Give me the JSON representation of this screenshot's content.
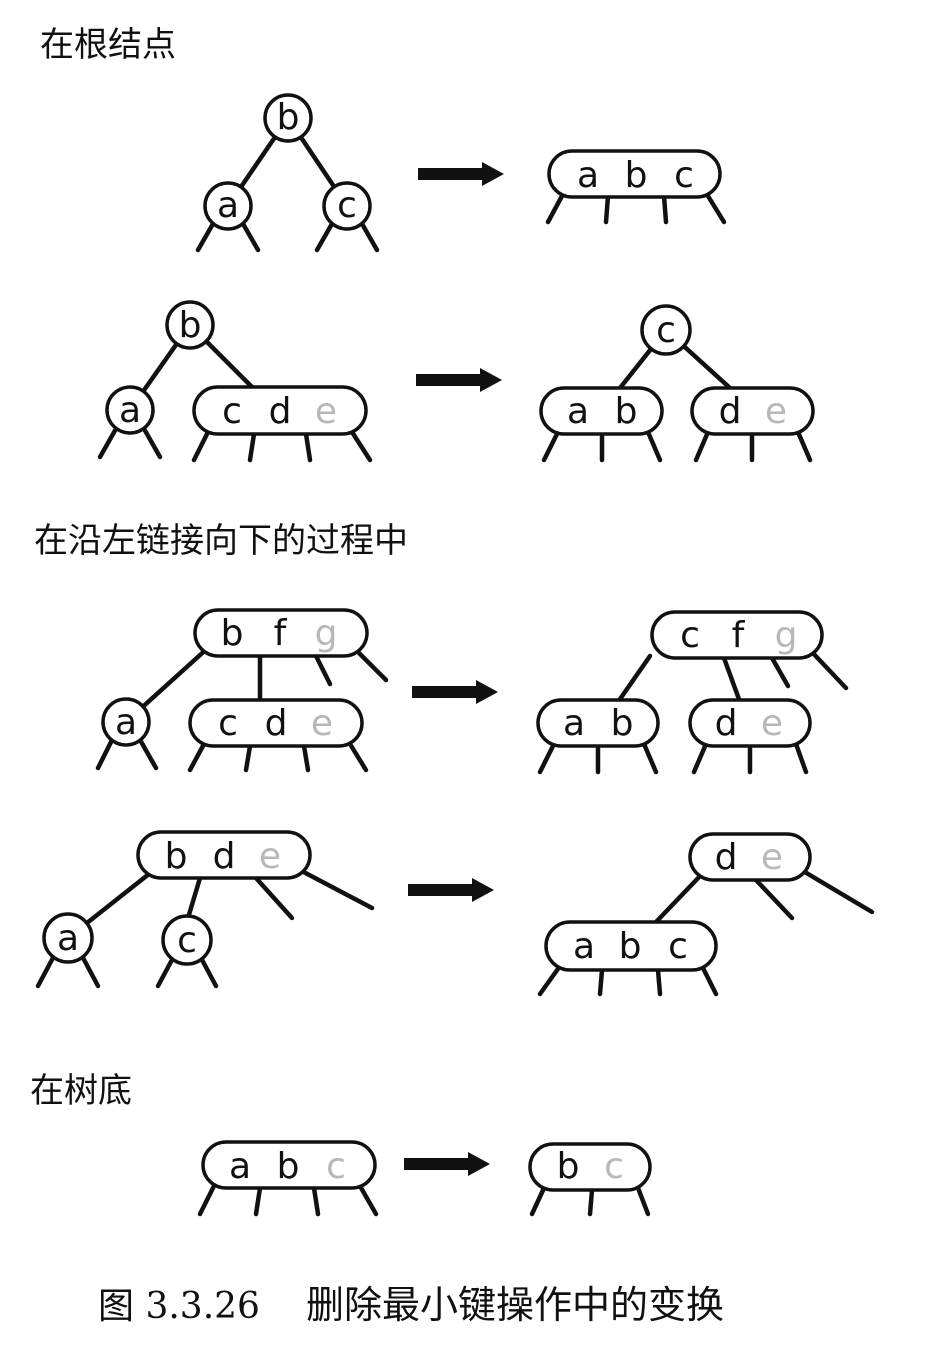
{
  "sections": [
    {
      "label": "在根结点"
    },
    {
      "label": "在沿左链接向下的过程中"
    },
    {
      "label": "在树底"
    }
  ],
  "caption": {
    "figure": "图 3.3.26",
    "text": "删除最小键操作中的变换"
  },
  "rows": [
    {
      "before": [
        {
          "keys": [
            "b"
          ],
          "faint": [
            false
          ]
        },
        {
          "keys": [
            "a"
          ],
          "faint": [
            false
          ]
        },
        {
          "keys": [
            "c"
          ],
          "faint": [
            false
          ]
        }
      ],
      "after": [
        {
          "keys": [
            "a",
            "b",
            "c"
          ],
          "faint": [
            false,
            false,
            false
          ]
        }
      ]
    },
    {
      "before": [
        {
          "keys": [
            "b"
          ],
          "faint": [
            false
          ]
        },
        {
          "keys": [
            "a"
          ],
          "faint": [
            false
          ]
        },
        {
          "keys": [
            "c",
            "d",
            "e"
          ],
          "faint": [
            false,
            false,
            true
          ]
        }
      ],
      "after": [
        {
          "keys": [
            "c"
          ],
          "faint": [
            false
          ]
        },
        {
          "keys": [
            "a",
            "b"
          ],
          "faint": [
            false,
            false
          ]
        },
        {
          "keys": [
            "d",
            "e"
          ],
          "faint": [
            false,
            true
          ]
        }
      ]
    },
    {
      "before": [
        {
          "keys": [
            "b",
            "f",
            "g"
          ],
          "faint": [
            false,
            false,
            true
          ]
        },
        {
          "keys": [
            "a"
          ],
          "faint": [
            false
          ]
        },
        {
          "keys": [
            "c",
            "d",
            "e"
          ],
          "faint": [
            false,
            false,
            true
          ]
        }
      ],
      "after": [
        {
          "keys": [
            "c",
            "f",
            "g"
          ],
          "faint": [
            false,
            false,
            true
          ]
        },
        {
          "keys": [
            "a",
            "b"
          ],
          "faint": [
            false,
            false
          ]
        },
        {
          "keys": [
            "d",
            "e"
          ],
          "faint": [
            false,
            true
          ]
        }
      ]
    },
    {
      "before": [
        {
          "keys": [
            "b",
            "d",
            "e"
          ],
          "faint": [
            false,
            false,
            true
          ]
        },
        {
          "keys": [
            "a"
          ],
          "faint": [
            false
          ]
        },
        {
          "keys": [
            "c"
          ],
          "faint": [
            false
          ]
        }
      ],
      "after": [
        {
          "keys": [
            "d",
            "e"
          ],
          "faint": [
            false,
            true
          ]
        },
        {
          "keys": [
            "a",
            "b",
            "c"
          ],
          "faint": [
            false,
            false,
            false
          ]
        }
      ]
    },
    {
      "before": [
        {
          "keys": [
            "a",
            "b",
            "c"
          ],
          "faint": [
            false,
            false,
            true
          ]
        }
      ],
      "after": [
        {
          "keys": [
            "b",
            "c"
          ],
          "faint": [
            false,
            true
          ]
        }
      ]
    }
  ]
}
